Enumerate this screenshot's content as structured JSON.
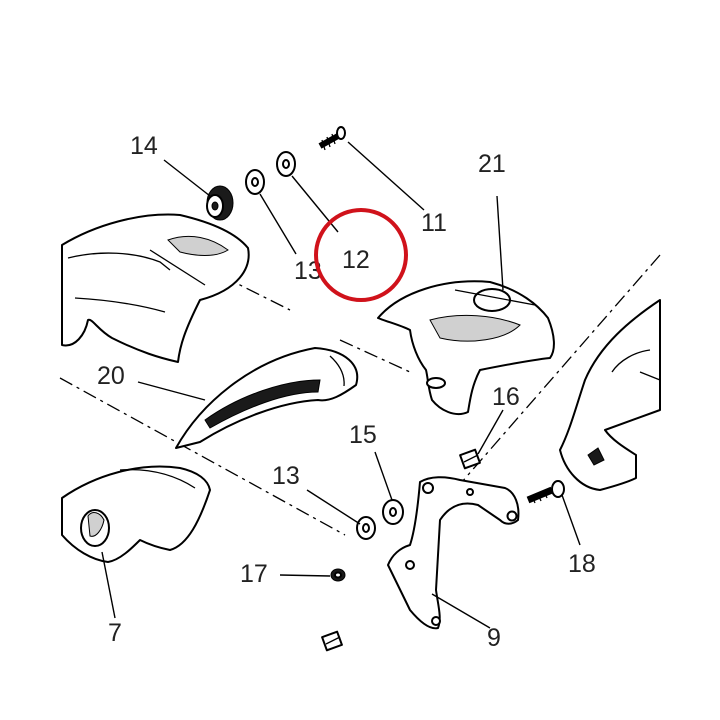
{
  "callouts": {
    "c7": "7",
    "c9": "9",
    "c11": "11",
    "c12": "12",
    "c13a": "13",
    "c13b": "13",
    "c14": "14",
    "c15": "15",
    "c16": "16",
    "c17": "17",
    "c18": "18",
    "c20": "20",
    "c21": "21"
  },
  "highlight": {
    "target_callout": "12",
    "color": "#d0121b"
  }
}
